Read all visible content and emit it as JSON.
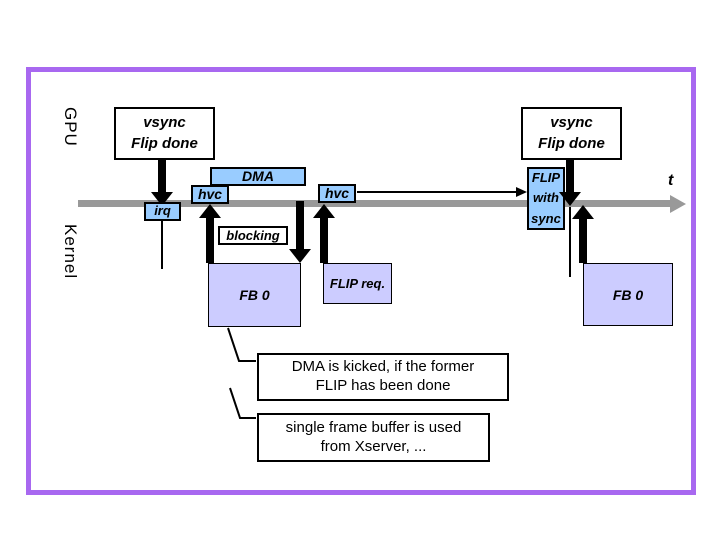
{
  "colors": {
    "event_blue": "#99CCFF",
    "buffer_lavender": "#CCCCFF",
    "timeline_gray": "#999999",
    "frame_purple": "#A868F0"
  },
  "lanes": {
    "gpu": "GPU",
    "kernel": "Kernel"
  },
  "timeline": {
    "axis_label": "t"
  },
  "gpu_events": {
    "vsync_left": {
      "line1": "vsync",
      "line2": "Flip done"
    },
    "vsync_right": {
      "line1": "vsync",
      "line2": "Flip done"
    },
    "dma": "DMA",
    "hvc_first": "hvc",
    "hvc_second": "hvc",
    "flip_with_sync": {
      "line1": "FLIP",
      "line2": "with",
      "line3": "sync"
    }
  },
  "kernel_events": {
    "irq": "irq",
    "blocking": "blocking",
    "fb0_left": "FB 0",
    "flip_req": "FLIP req.",
    "fb0_right": "FB 0"
  },
  "callouts": {
    "dma_note": {
      "line1": "DMA is kicked, if the former",
      "line2": "FLIP has been done"
    },
    "xserver_note": {
      "line1": "single frame buffer is used",
      "line2": "from Xserver, ..."
    }
  }
}
